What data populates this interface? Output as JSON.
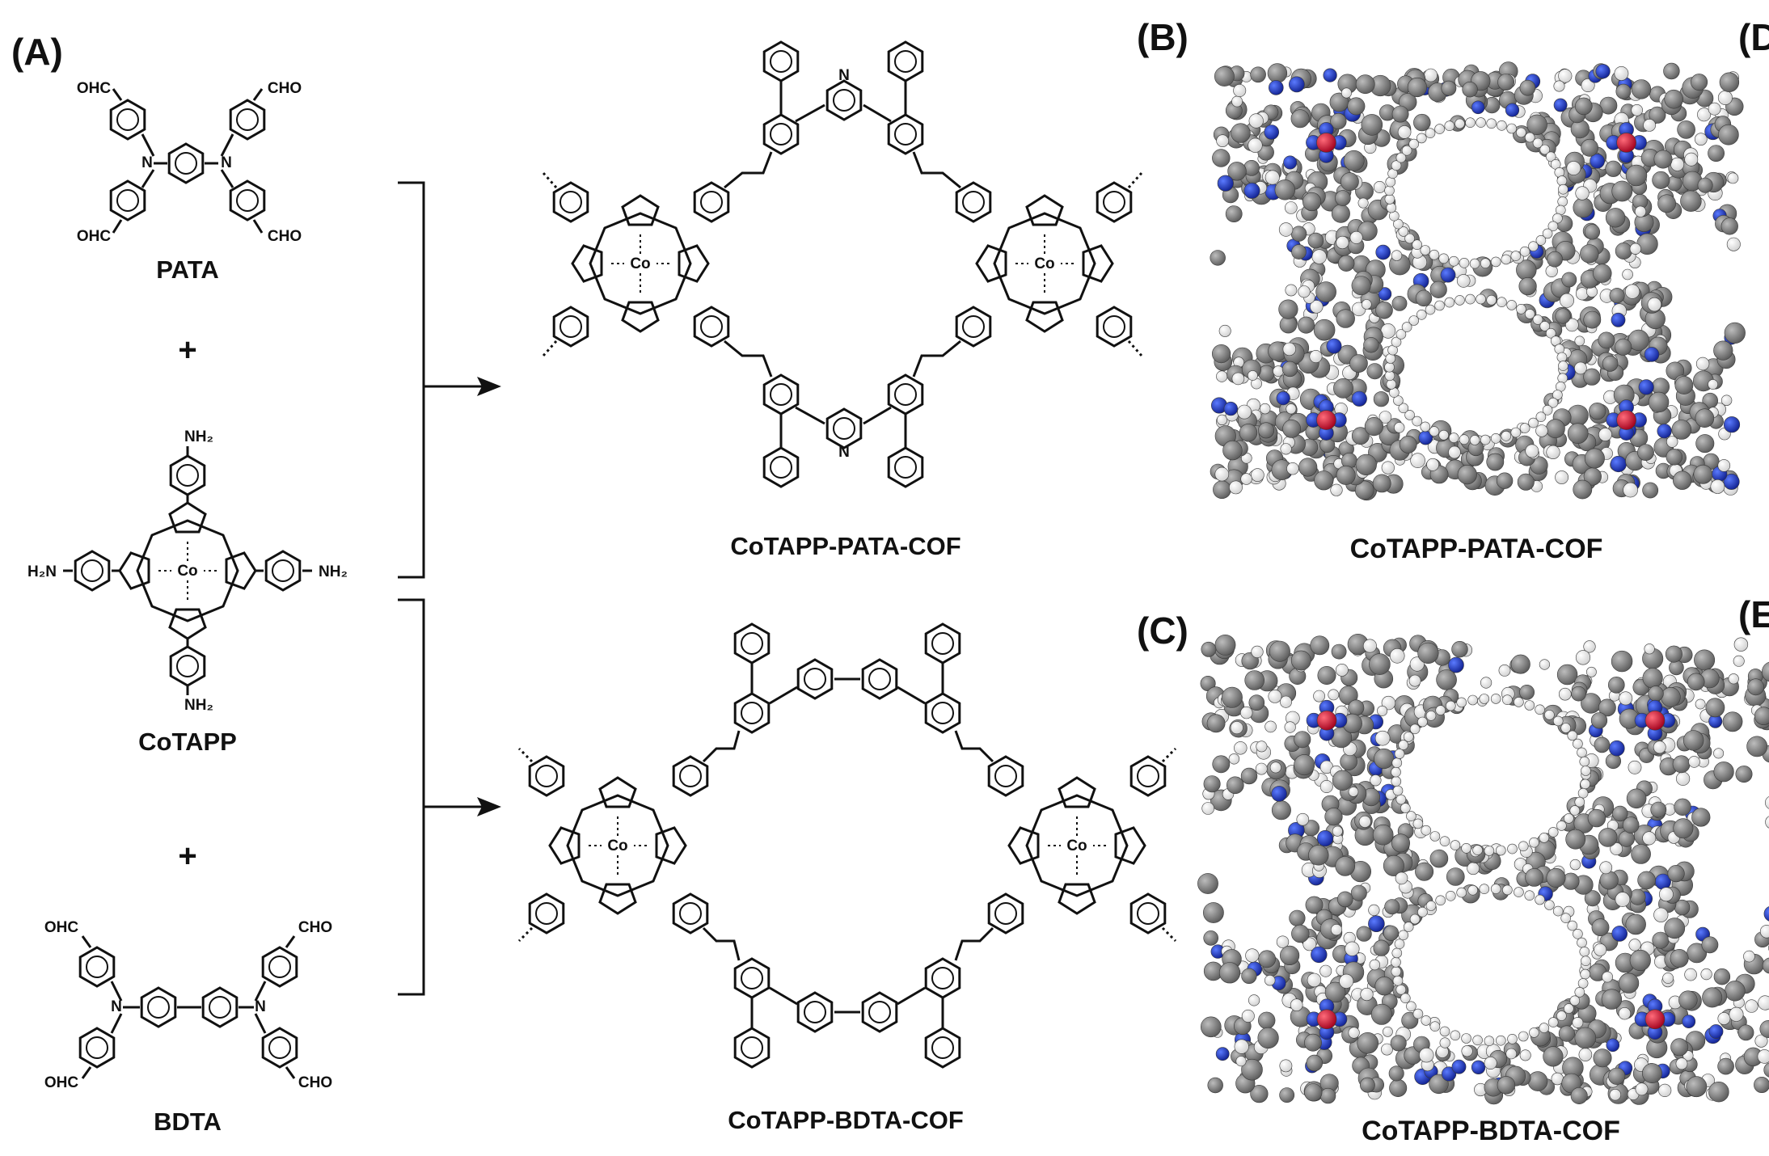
{
  "panels": {
    "a": "(A)",
    "b": "(B)",
    "c": "(C)",
    "d": "(D",
    "e": "(E"
  },
  "monomers": {
    "pata": "PATA",
    "cotapp": "CoTAPP",
    "bdta": "BDTA"
  },
  "operators": {
    "plus1": "+",
    "plus2": "+"
  },
  "groups": {
    "cho": "CHO",
    "ohc": "OHC",
    "nh2": "NH₂",
    "h2n": "H₂N",
    "n": "N",
    "co": "Co"
  },
  "products": {
    "pata_cof": "CoTAPP-PATA-COF",
    "bdta_cof": "CoTAPP-BDTA-COF"
  },
  "colors": {
    "carbon": "#7a7a7a",
    "hydrogen": "#f2f2f2",
    "nitrogen": "#1f3fd0",
    "cobalt": "#e01030",
    "bond": "#111111"
  }
}
